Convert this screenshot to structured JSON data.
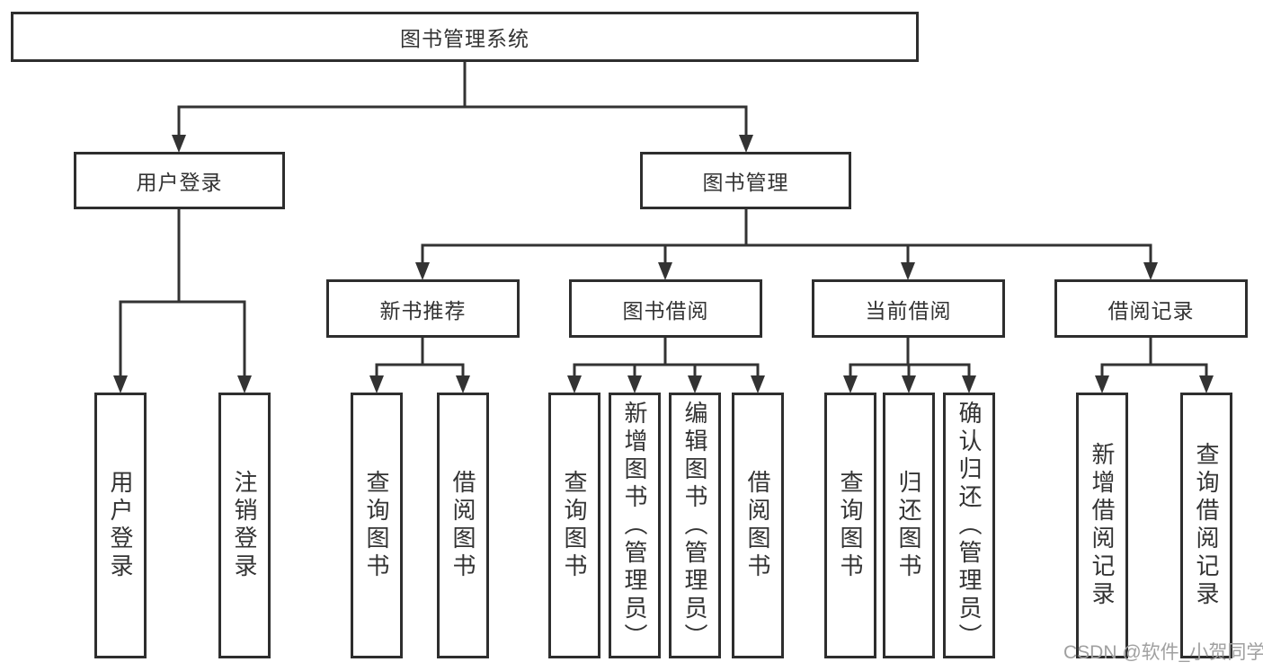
{
  "tree": {
    "root": {
      "label": "图书管理系统"
    },
    "branches": [
      {
        "label": "用户登录",
        "children": [
          {
            "label": "用户登录"
          },
          {
            "label": "注销登录"
          }
        ]
      },
      {
        "label": "图书管理",
        "children": [
          {
            "label": "新书推荐",
            "children": [
              {
                "label": "查询图书"
              },
              {
                "label": "借阅图书"
              }
            ]
          },
          {
            "label": "图书借阅",
            "children": [
              {
                "label": "查询图书"
              },
              {
                "label": "新增图书（管理员）"
              },
              {
                "label": "编辑图书（管理员）"
              },
              {
                "label": "借阅图书"
              }
            ]
          },
          {
            "label": "当前借阅",
            "children": [
              {
                "label": "查询图书"
              },
              {
                "label": "归还图书"
              },
              {
                "label": "确认归还（管理员）"
              }
            ]
          },
          {
            "label": "借阅记录",
            "children": [
              {
                "label": "新增借阅记录"
              },
              {
                "label": "查询借阅记录"
              }
            ]
          }
        ]
      }
    ]
  },
  "watermark": {
    "text": "CSDN @软件_小贺同学"
  },
  "colors": {
    "line": "#333333",
    "border": "#2e2e2e",
    "text": "#333333",
    "watermark": "#a0a0a0",
    "background": "#ffffff"
  }
}
